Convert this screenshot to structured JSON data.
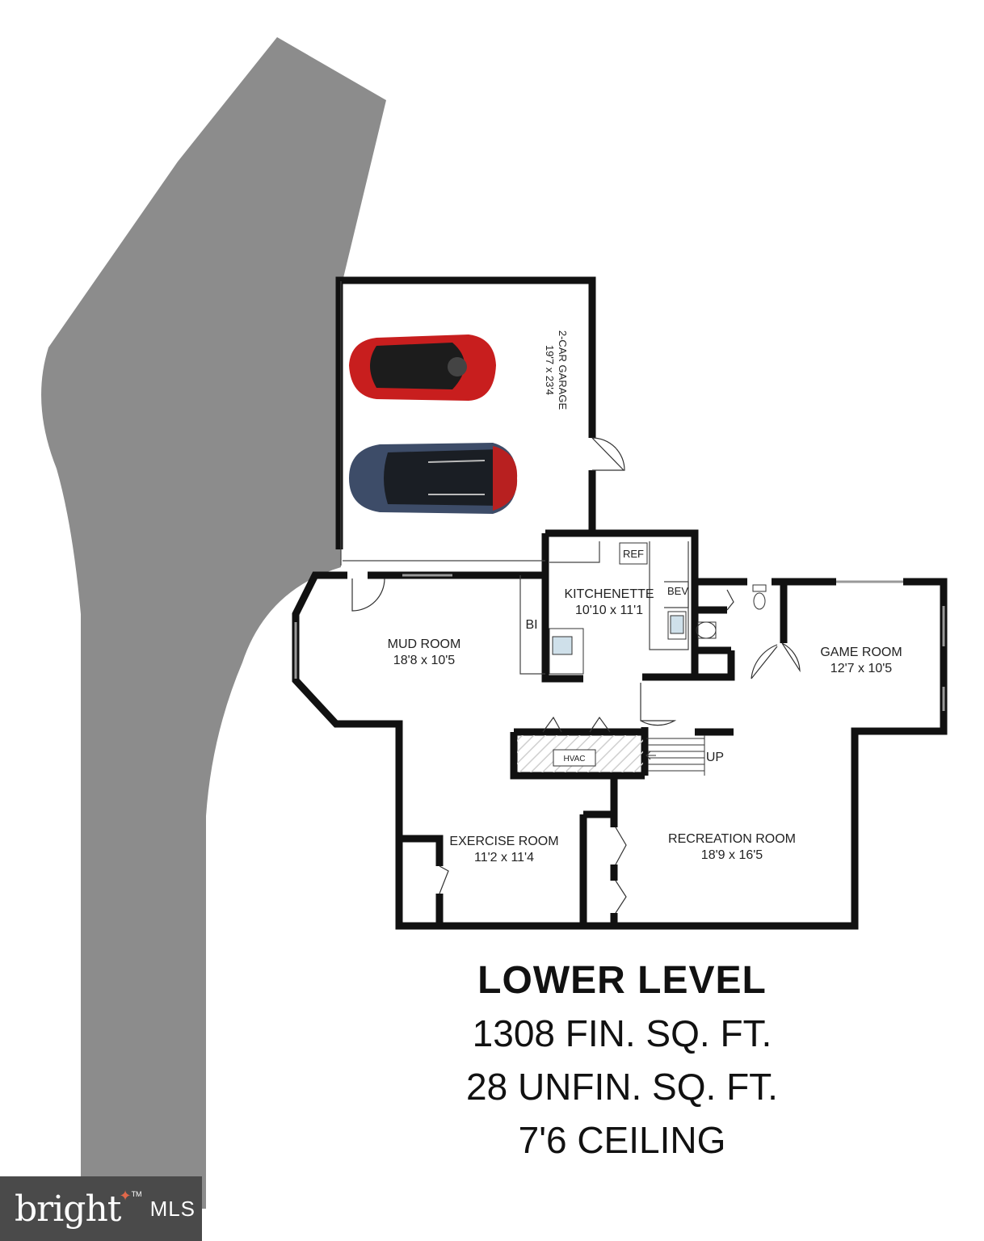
{
  "plan": {
    "rooms": [
      {
        "id": "garage",
        "name": "2-CAR GARAGE",
        "dims": "19'7 x 23'4"
      },
      {
        "id": "kitchenette",
        "name": "KITCHENETTE",
        "dims": "10'10 x 11'1"
      },
      {
        "id": "mud",
        "name": "MUD ROOM",
        "dims": "18'8 x 10'5"
      },
      {
        "id": "game",
        "name": "GAME ROOM",
        "dims": "12'7 x 10'5"
      },
      {
        "id": "exercise",
        "name": "EXERCISE ROOM",
        "dims": "11'2 x 11'4"
      },
      {
        "id": "recreation",
        "name": "RECREATION ROOM",
        "dims": "18'9 x 16'5"
      }
    ],
    "fixtures": {
      "ref": "REF",
      "bev": "BEV",
      "bi": "BI",
      "hvac": "HVAC",
      "up": "UP"
    },
    "colors": {
      "wall": "#111111",
      "driveway": "#8c8c8c",
      "car_red": "#c81e1e",
      "car_blue": "#3d4c68"
    }
  },
  "summary": {
    "title": "LOWER LEVEL",
    "finished": "1308 FIN. SQ. FT.",
    "unfinished": "28 UNFIN. SQ. FT.",
    "ceiling": "7'6 CEILING"
  },
  "logo": {
    "brand": "bright",
    "tm": "TM",
    "suffix": "MLS"
  }
}
